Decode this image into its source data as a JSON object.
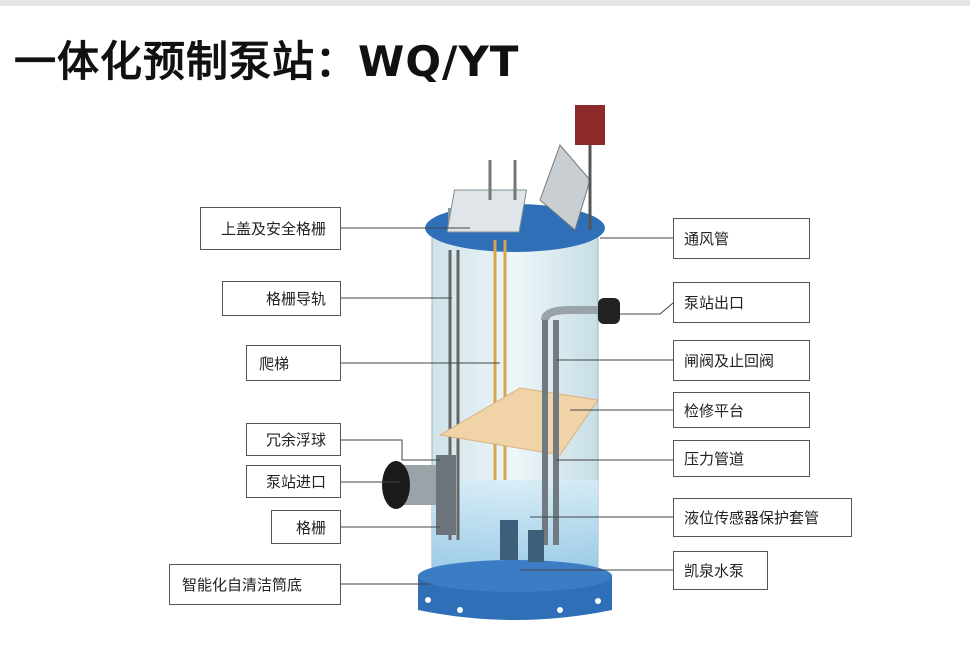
{
  "title": "一体化预制泵站：WQ/YT",
  "left_labels": [
    "上盖及安全格栅",
    "格栅导轨",
    "爬梯",
    "冗余浮球",
    "泵站进口",
    "格栅",
    "智能化自清洁筒底"
  ],
  "right_labels": [
    "通风管",
    "泵站出口",
    "闸阀及止回阀",
    "检修平台",
    "压力管道",
    "液位传感器保护套管",
    "凯泉水泵"
  ],
  "colors": {
    "tank_blue": "#2f6fb8",
    "water": "#b9dcef",
    "platform": "#f1d3a8"
  }
}
